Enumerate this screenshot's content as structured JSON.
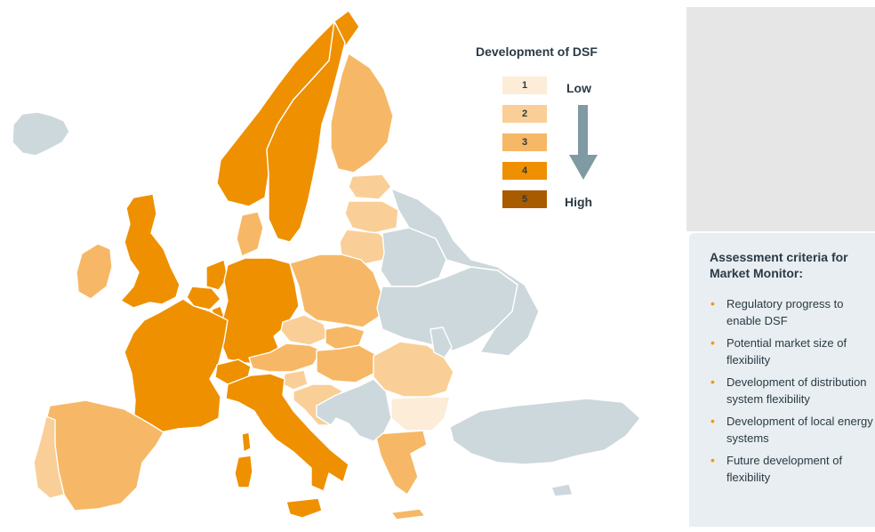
{
  "legend": {
    "title": "Development of DSF",
    "levels": [
      {
        "label": "1",
        "color": "#fdecd8"
      },
      {
        "label": "2",
        "color": "#f9cf97"
      },
      {
        "label": "3",
        "color": "#f6b866"
      },
      {
        "label": "4",
        "color": "#ee9000"
      },
      {
        "label": "5",
        "color": "#a95b00"
      }
    ],
    "low_label": "Low",
    "high_label": "High",
    "arrow_color": "#7f9aa3"
  },
  "criteria": {
    "title": "Assessment criteria for Market Monitor:",
    "items": [
      "Regulatory progress to enable DSF",
      "Potential market size of flexibility",
      "Development of distribution system flexibility",
      "Development of local energy systems",
      "Future development of flexibility"
    ],
    "bullet_color": "#f09a00"
  },
  "map": {
    "no_data_color": "#cdd8dc",
    "regions": [
      {
        "name": "Iceland",
        "level": 0
      },
      {
        "name": "Ireland",
        "level": 3
      },
      {
        "name": "United Kingdom",
        "level": 4
      },
      {
        "name": "Norway",
        "level": 4
      },
      {
        "name": "Sweden",
        "level": 4
      },
      {
        "name": "Finland",
        "level": 3
      },
      {
        "name": "Estonia",
        "level": 2
      },
      {
        "name": "Latvia",
        "level": 2
      },
      {
        "name": "Lithuania",
        "level": 2
      },
      {
        "name": "Denmark",
        "level": 3
      },
      {
        "name": "Netherlands",
        "level": 4
      },
      {
        "name": "Belgium",
        "level": 4
      },
      {
        "name": "Luxembourg",
        "level": 4
      },
      {
        "name": "Germany",
        "level": 4
      },
      {
        "name": "Poland",
        "level": 3
      },
      {
        "name": "Czechia",
        "level": 2
      },
      {
        "name": "Slovakia",
        "level": 3
      },
      {
        "name": "Austria",
        "level": 3
      },
      {
        "name": "Hungary",
        "level": 3
      },
      {
        "name": "Slovenia",
        "level": 2
      },
      {
        "name": "Croatia",
        "level": 2
      },
      {
        "name": "France",
        "level": 4
      },
      {
        "name": "Switzerland",
        "level": 4
      },
      {
        "name": "Italy",
        "level": 4
      },
      {
        "name": "Sardinia",
        "level": 4
      },
      {
        "name": "Corsica",
        "level": 4
      },
      {
        "name": "Sicily",
        "level": 4
      },
      {
        "name": "Spain",
        "level": 3
      },
      {
        "name": "Portugal",
        "level": 2
      },
      {
        "name": "Romania",
        "level": 2
      },
      {
        "name": "Bulgaria",
        "level": 1
      },
      {
        "name": "Greece",
        "level": 3
      },
      {
        "name": "Crete",
        "level": 3
      },
      {
        "name": "Belarus",
        "level": 0
      },
      {
        "name": "Ukraine",
        "level": 0
      },
      {
        "name": "Russia",
        "level": 0
      },
      {
        "name": "Moldova",
        "level": 0
      },
      {
        "name": "Balkans",
        "level": 0
      },
      {
        "name": "Turkey",
        "level": 0
      },
      {
        "name": "Cyprus",
        "level": 0
      }
    ]
  }
}
